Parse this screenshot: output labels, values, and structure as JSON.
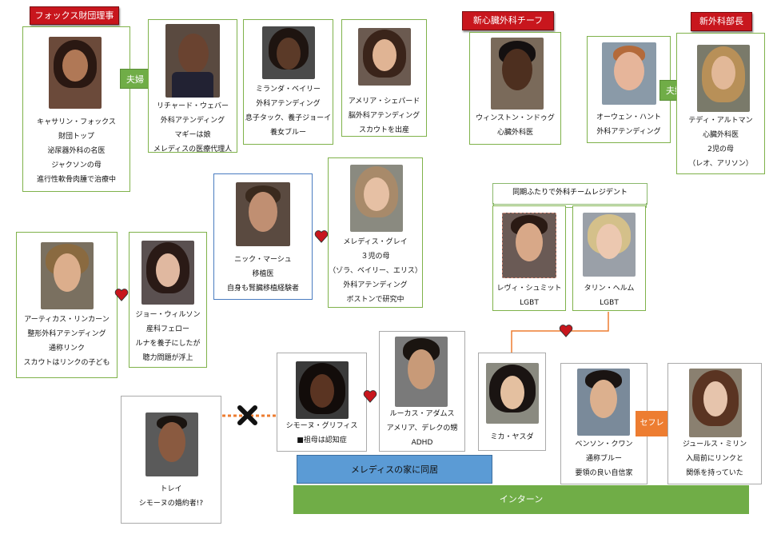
{
  "tags": {
    "fox": "フォックス財団理事",
    "cardio_chief": "新心臓外科チーフ",
    "surgery_chief": "新外科部長",
    "couple1": "夫婦",
    "couple2": "夫婦",
    "sefure": "セフレ"
  },
  "notes": {
    "residents": "同期ふたりで外科チームレジデント"
  },
  "bars": {
    "meredith_house": "メレディスの家に同居",
    "intern": "インターン"
  },
  "cards": {
    "catherine": [
      "キャサリン・フォックス",
      "財団トップ",
      "泌尿器外科の名医",
      "ジャクソンの母",
      "進行性軟骨肉腫で治療中"
    ],
    "richard": [
      "リチャード・ウェバー",
      "外科アテンディング",
      "マギーは娘",
      "メレディスの医療代理人"
    ],
    "miranda": [
      "ミランダ・ベイリー",
      "外科アテンディング",
      "息子タック、養子ジョーイ",
      "養女ブルー"
    ],
    "amelia": [
      "アメリア・シェパード",
      "脳外科アテンディング",
      "スカウトを出産"
    ],
    "winston": [
      "ウィンストン・ンドゥグ",
      "心臓外科医"
    ],
    "owen": [
      "オーウェン・ハント",
      "外科アテンディング"
    ],
    "teddy": [
      "テディ・アルトマン",
      "心臓外科医",
      "2児の母",
      "（レオ、アリソン）"
    ],
    "nick": [
      "ニック・マーシュ",
      "移植医",
      "自身も腎臓移植経験者"
    ],
    "meredith": [
      "メレディス・グレイ",
      "３児の母",
      "（ゾラ、ベイリー、エリス）",
      "外科アテンディング",
      "ボストンで研究中"
    ],
    "levi": [
      "レヴィ・シュミット",
      "LGBT"
    ],
    "taryn": [
      "タリン・ヘルム",
      "LGBT"
    ],
    "atticus": [
      "アーティカス・リンカーン",
      "整形外科アテンディング",
      "通称リンク",
      "スカウトはリンクの子ども"
    ],
    "jo": [
      "ジョー・ウィルソン",
      "産科フェロー",
      "ルナを養子にしたが",
      "聴力問題が浮上"
    ],
    "simone": [
      "シモーヌ・グリフィス",
      "■祖母は認知症"
    ],
    "lucas": [
      "ルーカス・アダムス",
      "アメリア、デレクの甥",
      "ADHD"
    ],
    "mika": [
      "ミカ・ヤスダ"
    ],
    "benson": [
      "ベンソン・クワン",
      "通称ブルー",
      "要領の良い自信家"
    ],
    "jules": [
      "ジュールス・ミリン",
      "入局前にリンクと",
      "関係を持っていた"
    ],
    "trey": [
      "トレイ",
      "シモーヌの婚約者!?"
    ]
  },
  "colors": {
    "green_border": "#7fb24a",
    "red_tag": "#c8161d",
    "blue_bar": "#5b9bd5",
    "green_bar": "#70ad47",
    "orange": "#ed7d31",
    "heart": "#c8161d"
  }
}
